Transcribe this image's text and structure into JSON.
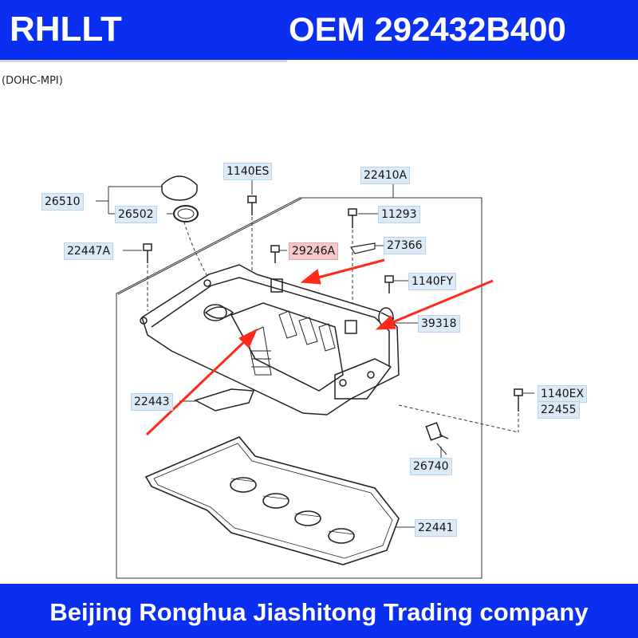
{
  "header": {
    "brand": "RHLLT",
    "oem": "OEM 292432B400"
  },
  "diagram": {
    "variant": "(DOHC-MPI)",
    "callouts": {
      "p26510": "26510",
      "p26502": "26502",
      "p22447A": "22447A",
      "p1140ES": "1140ES",
      "p22410A": "22410A",
      "p11293": "11293",
      "p29246A": "29246A",
      "p27366": "27366",
      "p1140FY": "1140FY",
      "p39318": "39318",
      "p22443": "22443",
      "p1140EX": "1140EX",
      "p22455": "22455",
      "p26740": "26740",
      "p22441": "22441"
    },
    "arrow_color": "#ff2a1a",
    "highlight_color": "#f5c9c9"
  },
  "footer": {
    "company": "Beijing Ronghua Jiashitong Trading company"
  },
  "colors": {
    "banner": "#0a2ff0",
    "label_bg": "#dbeaf6"
  }
}
